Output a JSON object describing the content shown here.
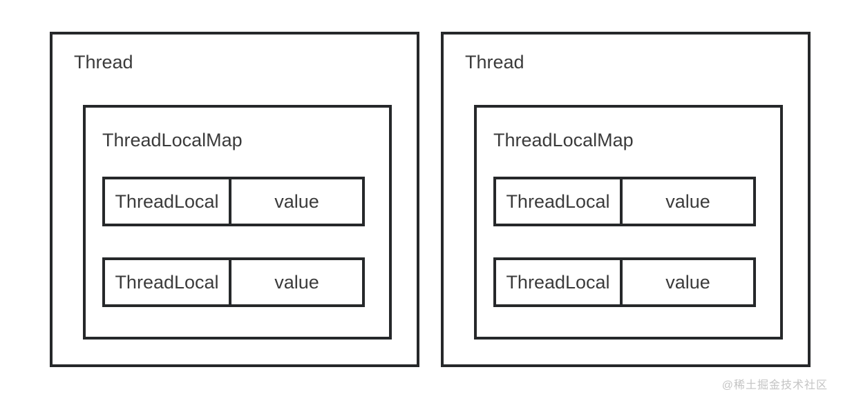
{
  "colors": {
    "background": "#ffffff",
    "border": "#26282a",
    "text": "#3b3b3b",
    "watermark_color": "#c4c4c4"
  },
  "threads": [
    {
      "label": "Thread",
      "map": {
        "label": "ThreadLocalMap",
        "entries": [
          {
            "key": "ThreadLocal",
            "value": "value"
          },
          {
            "key": "ThreadLocal",
            "value": "value"
          }
        ]
      }
    },
    {
      "label": "Thread",
      "map": {
        "label": "ThreadLocalMap",
        "entries": [
          {
            "key": "ThreadLocal",
            "value": "value"
          },
          {
            "key": "ThreadLocal",
            "value": "value"
          }
        ]
      }
    }
  ],
  "watermark": {
    "text": "@稀土掘金技术社区"
  }
}
